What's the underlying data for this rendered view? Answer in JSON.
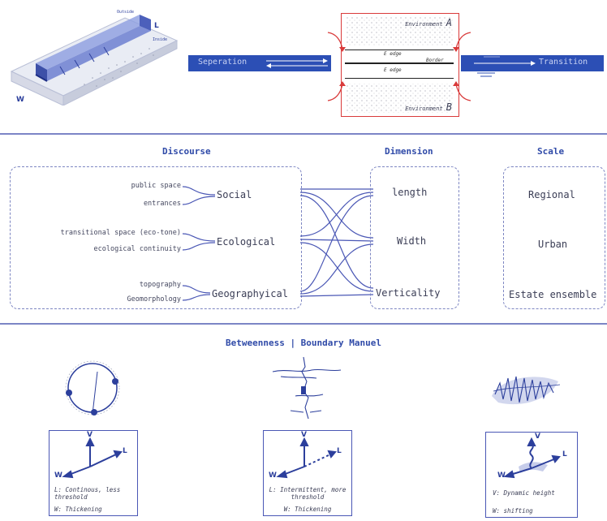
{
  "top": {
    "separation_label": "Seperation",
    "transition_label": "Transition",
    "env_a": "Environment",
    "env_a_letter": "A",
    "env_b": "Environment",
    "env_b_letter": "B",
    "edge_top": "E edge",
    "edge_bottom": "E edge",
    "border_label": "Border",
    "block_outside": "Outside",
    "block_inside": "Inside",
    "axis_w": "W",
    "axis_l": "L",
    "colors": {
      "blue": "#2c4fb5",
      "red": "#d93a3a"
    }
  },
  "middle": {
    "discourse_heading": "Discourse",
    "dimension_heading": "Dimension",
    "scale_heading": "Scale",
    "discourse_groups": [
      {
        "category": "Social",
        "items": [
          "public space",
          "entrances"
        ]
      },
      {
        "category": "Ecological",
        "items": [
          "transitional space (eco-tone)",
          "ecological continuity"
        ]
      },
      {
        "category": "Geographyical",
        "items": [
          "topography",
          "Geomorphology"
        ]
      }
    ],
    "dimensions": [
      "length",
      "Width",
      "Verticality"
    ],
    "scales": [
      "Regional",
      "Urban",
      "Estate ensemble"
    ]
  },
  "bottom": {
    "title": "Betweenness | Boundary Manuel",
    "panels": [
      {
        "icon": "circle-boundary-icon",
        "axes": {
          "v": "V",
          "w": "W",
          "l": "L"
        },
        "caption1": "L: Continous, less threshold",
        "caption2": "W: Thickening"
      },
      {
        "icon": "fragmented-line-icon",
        "axes": {
          "v": "V",
          "w": "W",
          "l": "L"
        },
        "caption1": "L: Intermittent, more threshold",
        "caption2": "W: Thickening"
      },
      {
        "icon": "scribble-zone-icon",
        "axes": {
          "v": "V",
          "w": "W",
          "l": "L"
        },
        "caption1": "V: Dynamic height",
        "caption2": "W: shifting"
      }
    ]
  }
}
